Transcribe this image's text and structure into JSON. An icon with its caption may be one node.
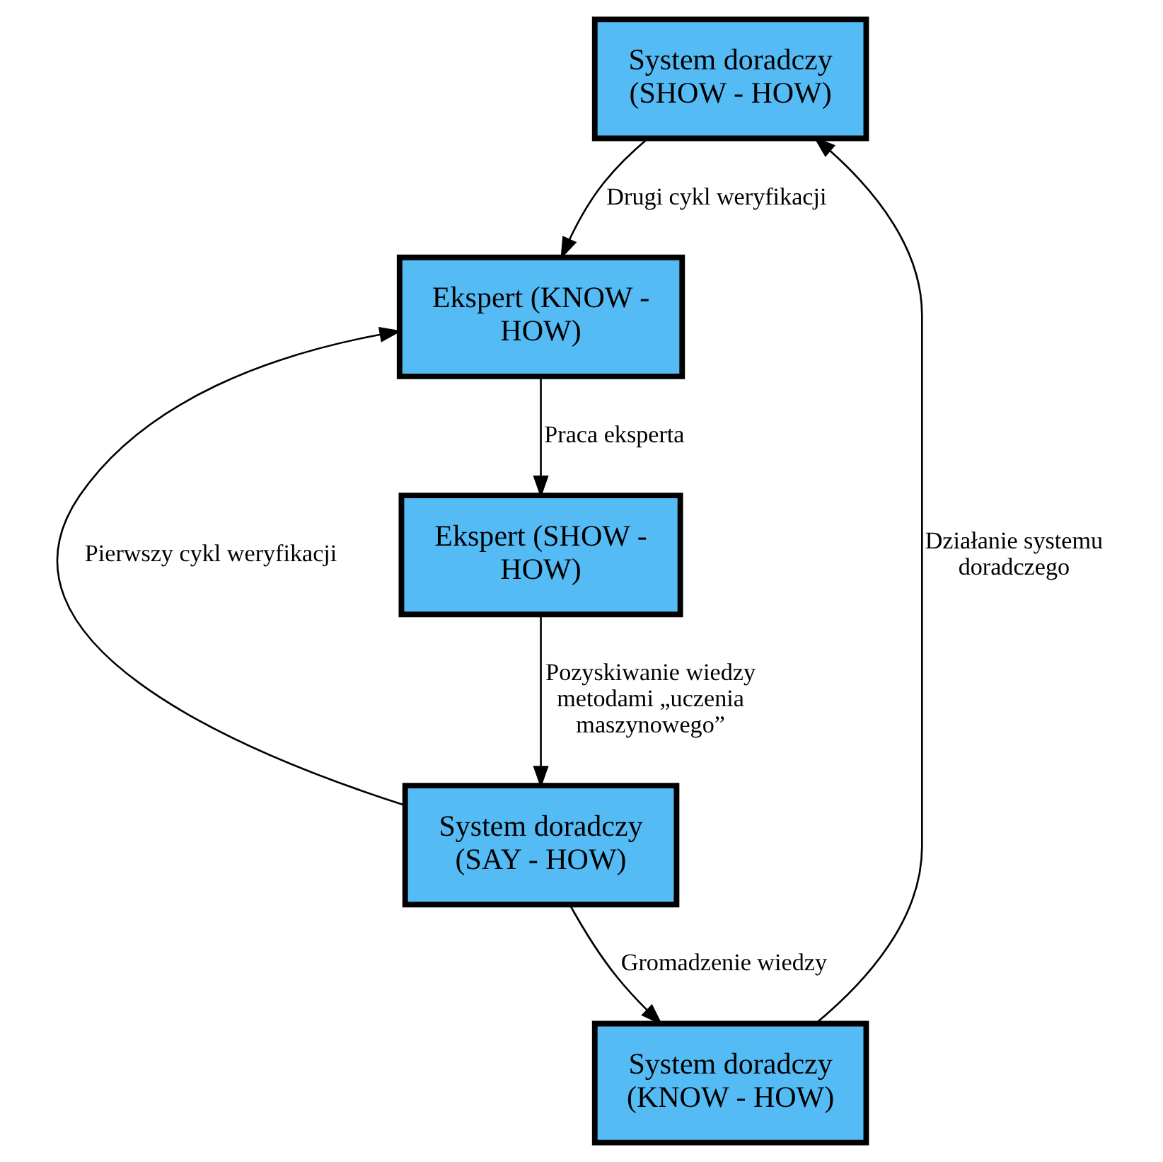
{
  "diagram": {
    "nodes": [
      {
        "text": [
          "System doradczy (SHOW - HOW)"
        ]
      },
      {
        "text": [
          "System doradczy (KNOW - HOW)"
        ]
      },
      {
        "text": [
          "System doradczy (SAY - HOW)"
        ]
      },
      {
        "text": [
          "Ekspert (KNOW - HOW)"
        ]
      },
      {
        "text": [
          "Ekspert (SHOW - HOW)"
        ]
      }
    ],
    "edges": [
      {
        "from": 1,
        "to": 0,
        "arrow": "to",
        "label": "Działanie systemu doradczego"
      },
      {
        "from": 2,
        "to": 1,
        "arrow": "to",
        "label": "Gromadzenie wiedzy"
      },
      {
        "from": 2,
        "to": 3,
        "arrow": "to",
        "label": "Pierwszy cykl weryfikacji"
      },
      {
        "from": 0,
        "to": 3,
        "arrow": "to",
        "label": "Drugi cykl weryfikacji"
      },
      {
        "from": 3,
        "to": 4,
        "arrow": "to",
        "label": "Praca eksperta"
      },
      {
        "from": 4,
        "to": 2,
        "arrow": "to",
        "label": "Pozyskiwanie wiedzy metodami „uczenia maszynowego”"
      }
    ]
  }
}
